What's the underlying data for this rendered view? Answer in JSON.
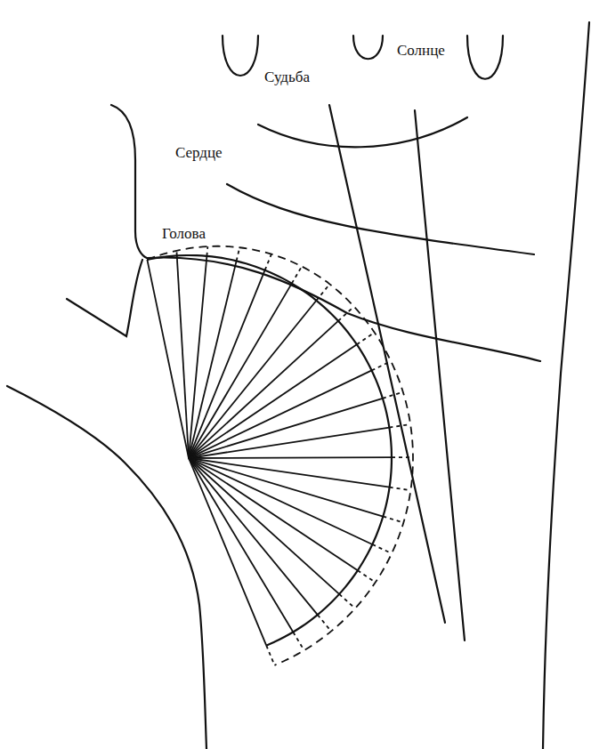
{
  "diagram": {
    "labels": [
      "Судьба",
      "Солнце",
      "Сердце",
      "Голова"
    ]
  }
}
